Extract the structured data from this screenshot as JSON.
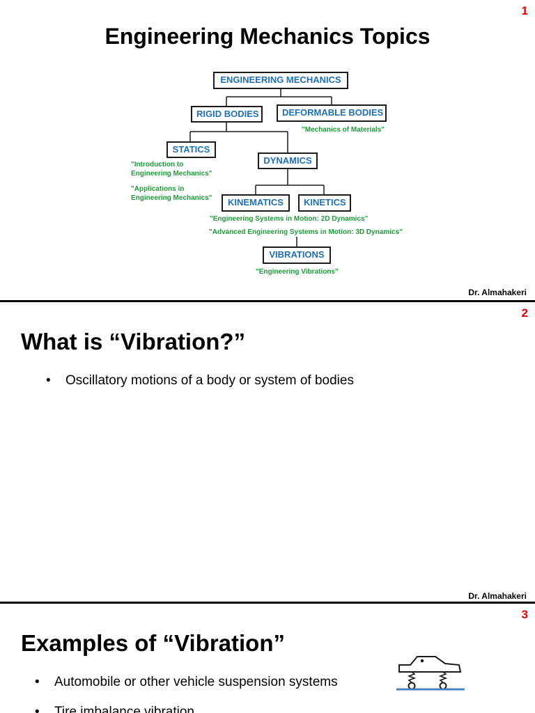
{
  "slides": [
    {
      "number": "1",
      "title": "Engineering Mechanics Topics",
      "author": "Dr. Almahakeri",
      "tree": {
        "root": "ENGINEERING  MECHANICS",
        "rigid": "RIGID BODIES",
        "deformable": "DEFORMABLE BODIES",
        "deformable_note": "\"Mechanics of Materials\"",
        "statics": "STATICS",
        "statics_note_1": "\"Introduction to\nEngineering Mechanics\"",
        "statics_note_2": "\"Applications in\nEngineering Mechanics\"",
        "dynamics": "DYNAMICS",
        "kinematics": "KINEMATICS",
        "kinetics": "KINETICS",
        "dynamics_note_1": "\"Engineering Systems in Motion:  2D Dynamics\"",
        "dynamics_note_2": "\"Advanced Engineering Systems in Motion:  3D Dynamics\"",
        "vibrations": "VIBRATIONS",
        "vibrations_note": "\"Engineering Vibrations\""
      }
    },
    {
      "number": "2",
      "title": "What is “Vibration?”",
      "bullets": [
        "Oscillatory motions of a body or system of bodies"
      ],
      "author": "Dr. Almahakeri"
    },
    {
      "number": "3",
      "title": "Examples of “Vibration”",
      "bullets": [
        "Automobile or other vehicle suspension systems",
        "Tire imbalance vibration"
      ]
    }
  ],
  "colors": {
    "node_text": "#1f6fb3",
    "note_text": "#1f9a3a",
    "slide_number": "#e00000",
    "ground": "#4a7fc1"
  }
}
